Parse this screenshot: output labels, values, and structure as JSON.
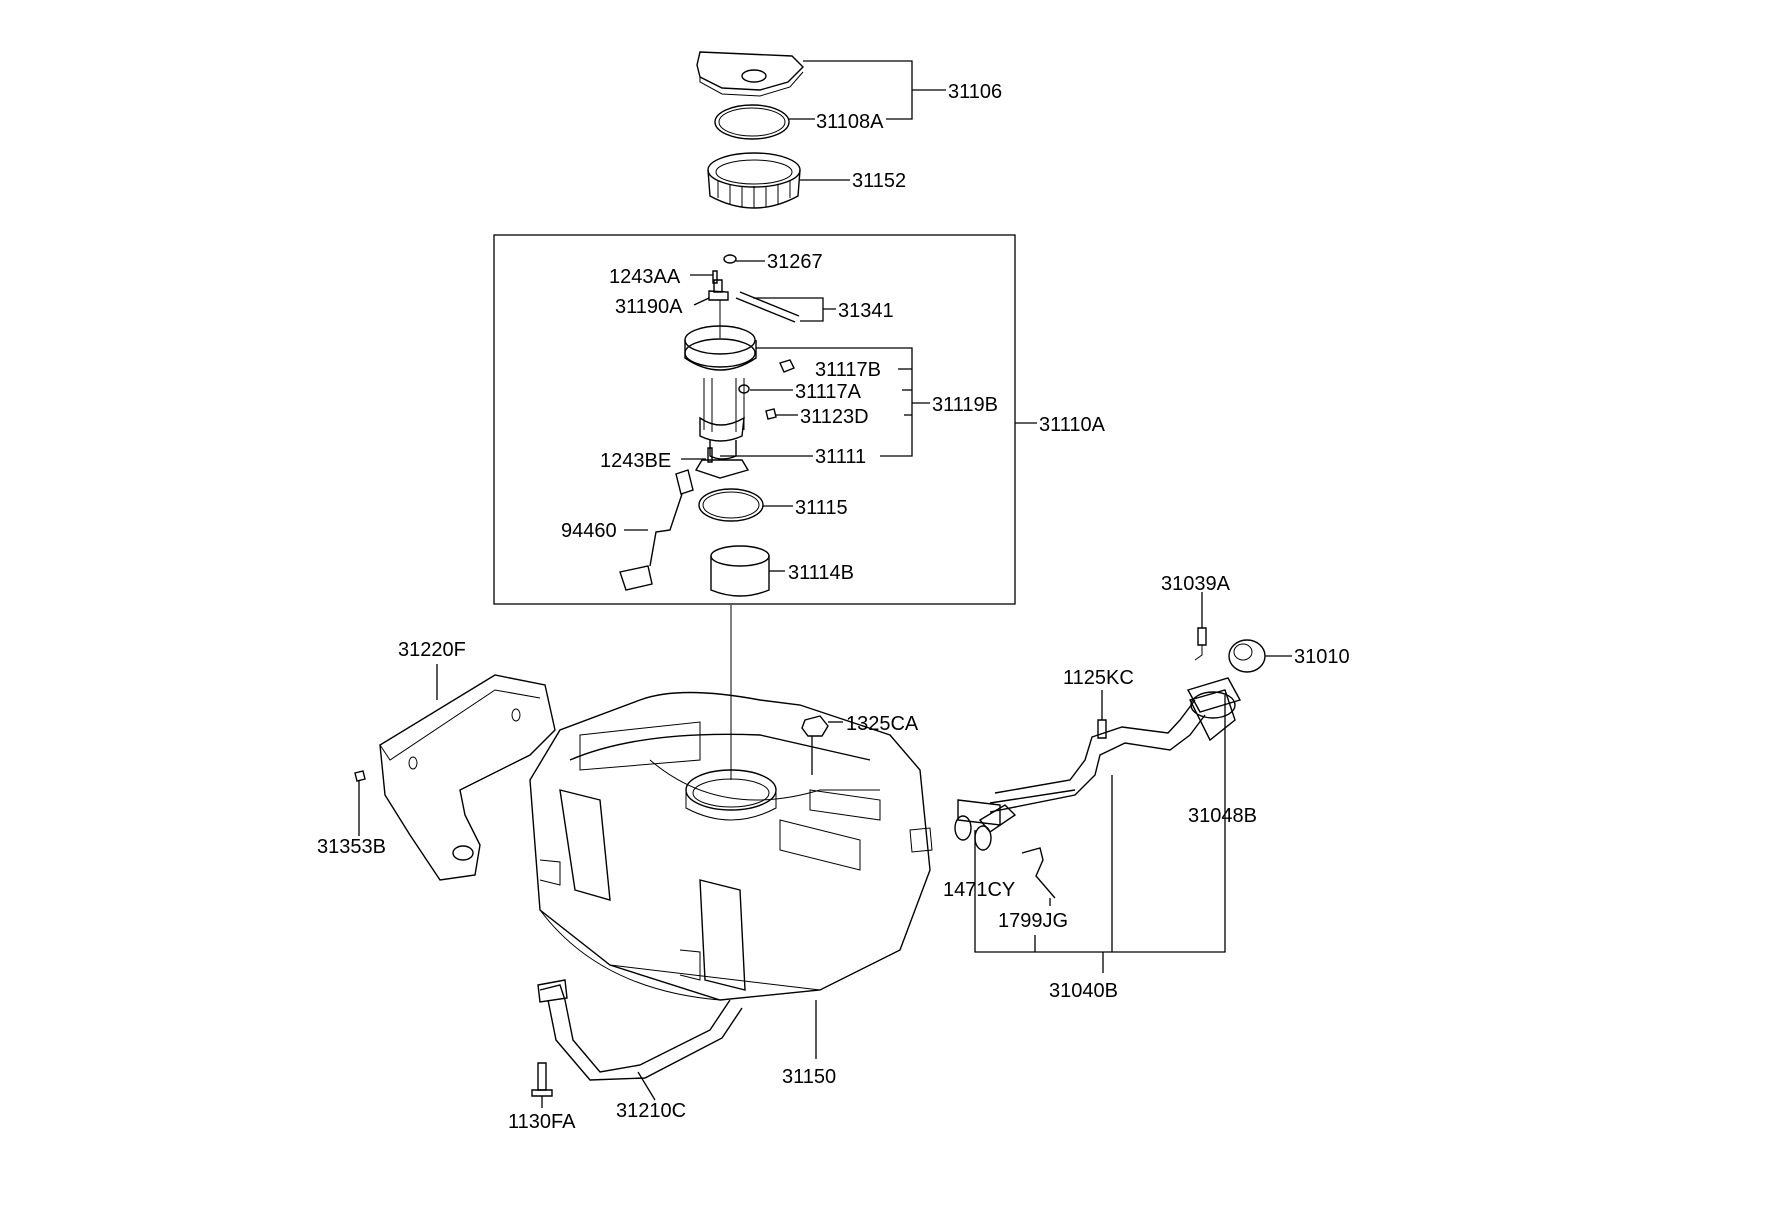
{
  "parts": {
    "p31106": "31106",
    "p31108A": "31108A",
    "p31152": "31152",
    "p31267": "31267",
    "p1243AA": "1243AA",
    "p31190A": "31190A",
    "p31341": "31341",
    "p31117B": "31117B",
    "p31117A": "31117A",
    "p31119B": "31119B",
    "p31123D": "31123D",
    "p31110A": "31110A",
    "p1243BE": "1243BE",
    "p31111": "31111",
    "p31115": "31115",
    "p94460": "94460",
    "p31114B": "31114B",
    "p31039A": "31039A",
    "p31010": "31010",
    "p31220F": "31220F",
    "p1125KC": "1125KC",
    "p1325CA": "1325CA",
    "p31353B": "31353B",
    "p31048B": "31048B",
    "p1471CY": "1471CY",
    "p1799JG": "1799JG",
    "p31040B": "31040B",
    "p31150": "31150",
    "p1130FA": "1130FA",
    "p31210C": "31210C"
  }
}
